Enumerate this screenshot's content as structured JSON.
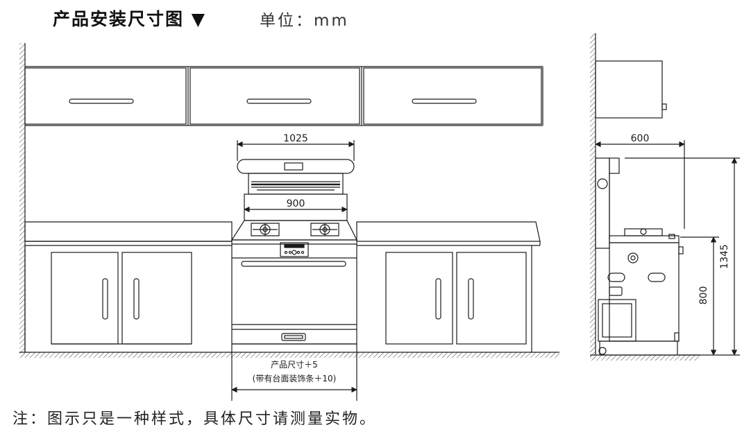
{
  "header": {
    "title": "产品安装尺寸图 ▼",
    "unit": "单位：mm"
  },
  "front_view": {
    "dim_hood_width": "1025",
    "dim_inner_width": "900",
    "dim_bottom_line1": "产品尺寸＋5",
    "dim_bottom_line2": "(带有台面装饰条＋10)"
  },
  "side_view": {
    "dim_depth": "600",
    "dim_total_height": "1345",
    "dim_counter_height": "800"
  },
  "footer": {
    "note": "注：图示只是一种样式，具体尺寸请测量实物。"
  },
  "colors": {
    "line": "#1a1a1a",
    "wall_fill": "#ffffff",
    "hatch": "#333333"
  }
}
